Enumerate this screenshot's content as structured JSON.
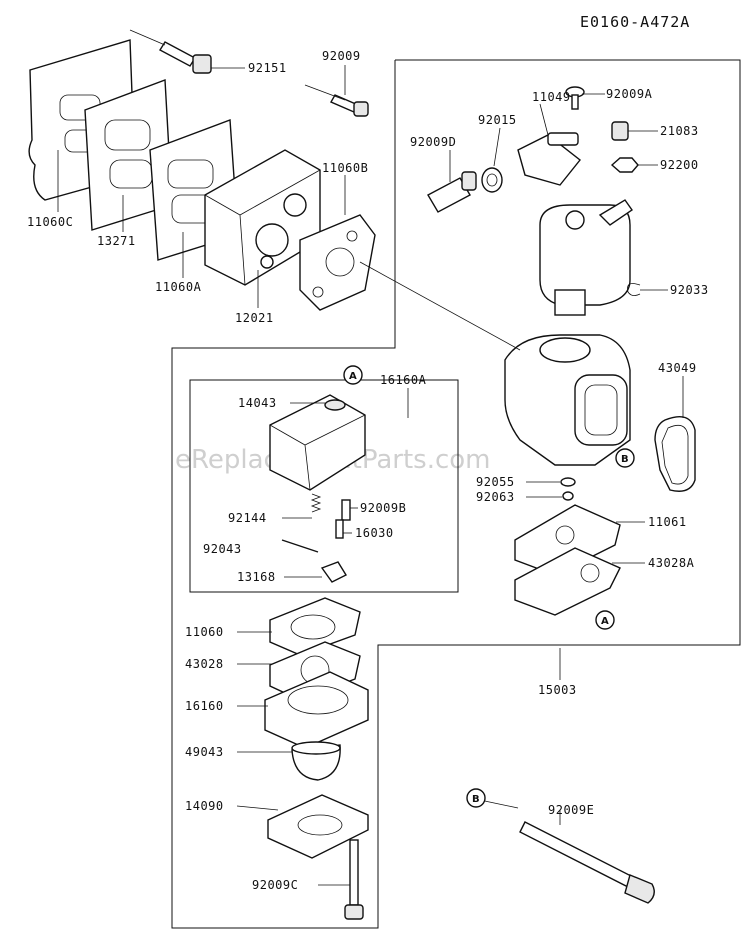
{
  "diagram_code": "E0160-A472A",
  "watermark": "eReplacementParts.com",
  "callout_refs": {
    "a": "A",
    "b": "B"
  },
  "parts": {
    "p92151": "92151",
    "p92009": "92009",
    "p11049": "11049",
    "p92009A": "92009A",
    "p92015": "92015",
    "p21083": "21083",
    "p92009D": "92009D",
    "p92200": "92200",
    "p11060B": "11060B",
    "p11060C": "11060C",
    "p13271": "13271",
    "p11060A": "11060A",
    "p12021": "12021",
    "p92033": "92033",
    "p16160A": "16160A",
    "p43049": "43049",
    "p14043": "14043",
    "p92055": "92055",
    "p92063": "92063",
    "p92144": "92144",
    "p92009B": "92009B",
    "p11061": "11061",
    "p16030": "16030",
    "p92043": "92043",
    "p43028A": "43028A",
    "p13168": "13168",
    "p11060": "11060",
    "p43028": "43028",
    "p16160": "16160",
    "p15003": "15003",
    "p49043": "49043",
    "p14090": "14090",
    "p92009E": "92009E",
    "p92009C": "92009C"
  }
}
